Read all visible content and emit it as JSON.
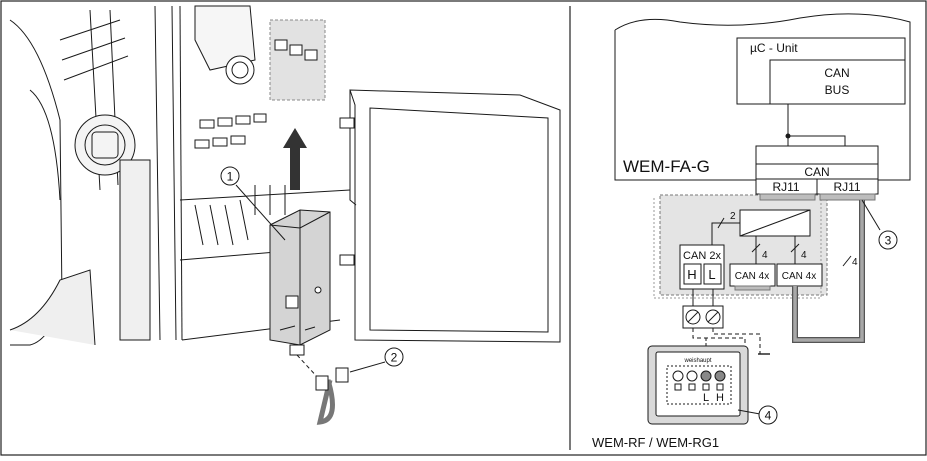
{
  "callouts": {
    "c1": "1",
    "c2": "2",
    "c3": "3",
    "c4": "4"
  },
  "schematic": {
    "uc_unit_label": "µC - Unit",
    "can_bus_line1": "CAN",
    "can_bus_line2": "BUS",
    "device_label": "WEM-FA-G",
    "can_label": "CAN",
    "rj11_left": "RJ11",
    "rj11_right": "RJ11",
    "wire_2": "2",
    "wire_4a": "4",
    "wire_4b": "4",
    "wire_4c": "4",
    "can2x": "CAN 2x",
    "term_h": "H",
    "term_l": "L",
    "can4x_left": "CAN 4x",
    "can4x_right": "CAN 4x",
    "remote_brand": "weishaupt",
    "remote_l": "L",
    "remote_h": "H",
    "remote_caption": "WEM-RF / WEM-RG1"
  },
  "colors": {
    "line": "#1a1a1a",
    "panel_gray": "#e3e3e3",
    "module_gray": "#cfcfcf",
    "cable_gray": "#8c8c8c"
  }
}
